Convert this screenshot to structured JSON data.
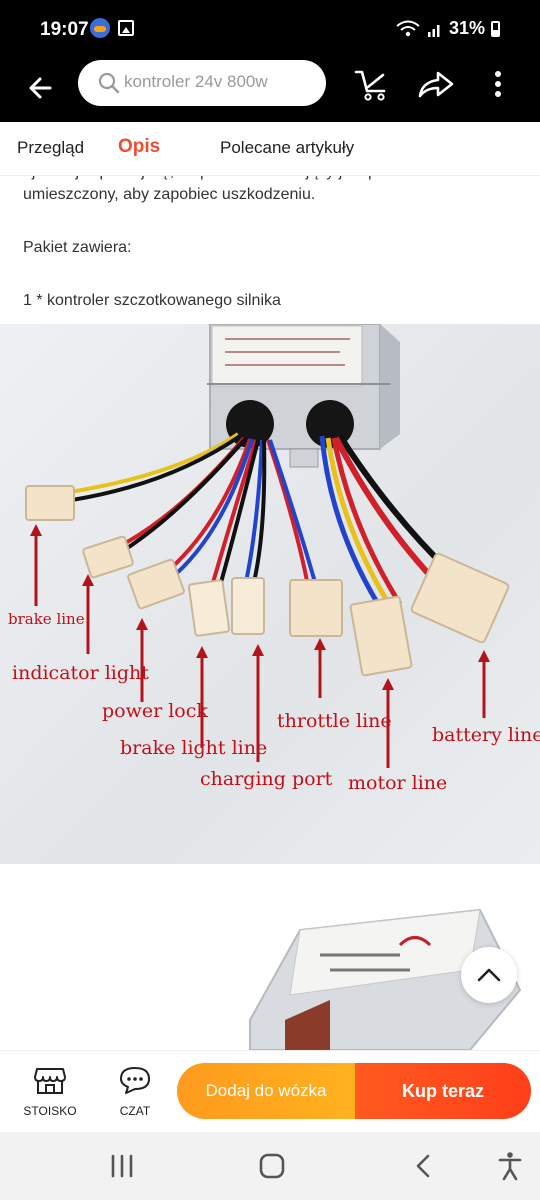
{
  "status_bar": {
    "time": "19:07",
    "battery": "31%",
    "icons": [
      "app-notification-icon",
      "gallery-icon",
      "wifi-icon",
      "signal-icon",
      "battery-icon"
    ]
  },
  "header": {
    "search_placeholder": "kontroler 24v 800w",
    "icons": [
      "back-arrow-icon",
      "search-icon",
      "cart-icon",
      "share-icon",
      "more-vertical-icon"
    ]
  },
  "tabs": [
    {
      "label": "Przegląd",
      "active": false
    },
    {
      "label": "Opis",
      "active": true
    },
    {
      "label": "Polecane artykuły",
      "active": false
    }
  ],
  "description": {
    "line1": "ujemnej. Upewnij się, że przewód zasilający jest prawidłowo",
    "line2": "umieszczony, aby zapobiec uszkodzeniu.",
    "package_heading": "Pakiet zawiera:",
    "package_item": "1 * kontroler szczotkowanego silnika"
  },
  "product_image": {
    "labels": {
      "brake": "brake line",
      "indicator": "indicator light",
      "power_lock": "power lock",
      "brake_light": "brake light line",
      "charging": "charging port",
      "throttle": "throttle line",
      "motor": "motor line",
      "battery": "battery line"
    }
  },
  "second_image": {
    "icon": "controller-product-photo"
  },
  "bottom_bar": {
    "store_label": "STOISKO",
    "chat_label": "CZAT",
    "add_to_cart": "Dodaj do wózka",
    "buy_now": "Kup teraz",
    "icons": [
      "store-icon",
      "chat-icon",
      "arrow-up-icon"
    ],
    "colors": {
      "add_to_cart": "#ffa51f",
      "buy_now": "#ff4a1c",
      "active_tab": "#f04d2e"
    }
  },
  "nav_bar": {
    "icons": [
      "recent-apps-icon",
      "home-icon",
      "back-icon",
      "accessibility-icon"
    ]
  }
}
